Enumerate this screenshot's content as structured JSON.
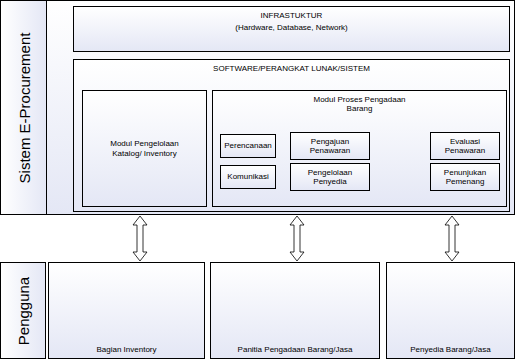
{
  "diagram": {
    "nodes": [
      {
        "text": [
          "Sistem E-Procurement"
        ]
      },
      {
        "text": [
          "INFRASTUKTUR",
          "(Hardware, Database, Network)"
        ],
        "in": 0
      },
      {
        "text": [
          "SOFTWARE/PERANGKAT LUNAK/SISTEM"
        ],
        "in": 0
      },
      {
        "text": [
          "Modul Pengelolaan Katalog/ Inventory"
        ],
        "in": 2
      },
      {
        "text": [
          "Modul Proses Pengadaan Barang"
        ],
        "in": 2
      },
      {
        "text": [
          "Perencanaan"
        ],
        "in": 4
      },
      {
        "text": [
          "Pengajuan Penawaran"
        ],
        "in": 4
      },
      {
        "text": [
          "Evaluasi Penawaran"
        ],
        "in": 4
      },
      {
        "text": [
          "Komunikasi"
        ],
        "in": 4
      },
      {
        "text": [
          "Pengelolaan Penyedia"
        ],
        "in": 4
      },
      {
        "text": [
          "Penunjukan Pemenang"
        ],
        "in": 4
      },
      {
        "text": [
          "Pengguna"
        ]
      },
      {
        "text": [
          "Bagian Inventory"
        ],
        "in": 11
      },
      {
        "text": [
          "Panitia Pengadaan Barang/Jasa"
        ],
        "in": 11
      },
      {
        "text": [
          "Penyedia Barang/Jasa"
        ],
        "in": 11
      }
    ],
    "edges": [
      {
        "from": 0,
        "to": 12,
        "arrow": "both"
      },
      {
        "from": 0,
        "to": 13,
        "arrow": "both"
      },
      {
        "from": 0,
        "to": 14,
        "arrow": "both"
      }
    ]
  }
}
